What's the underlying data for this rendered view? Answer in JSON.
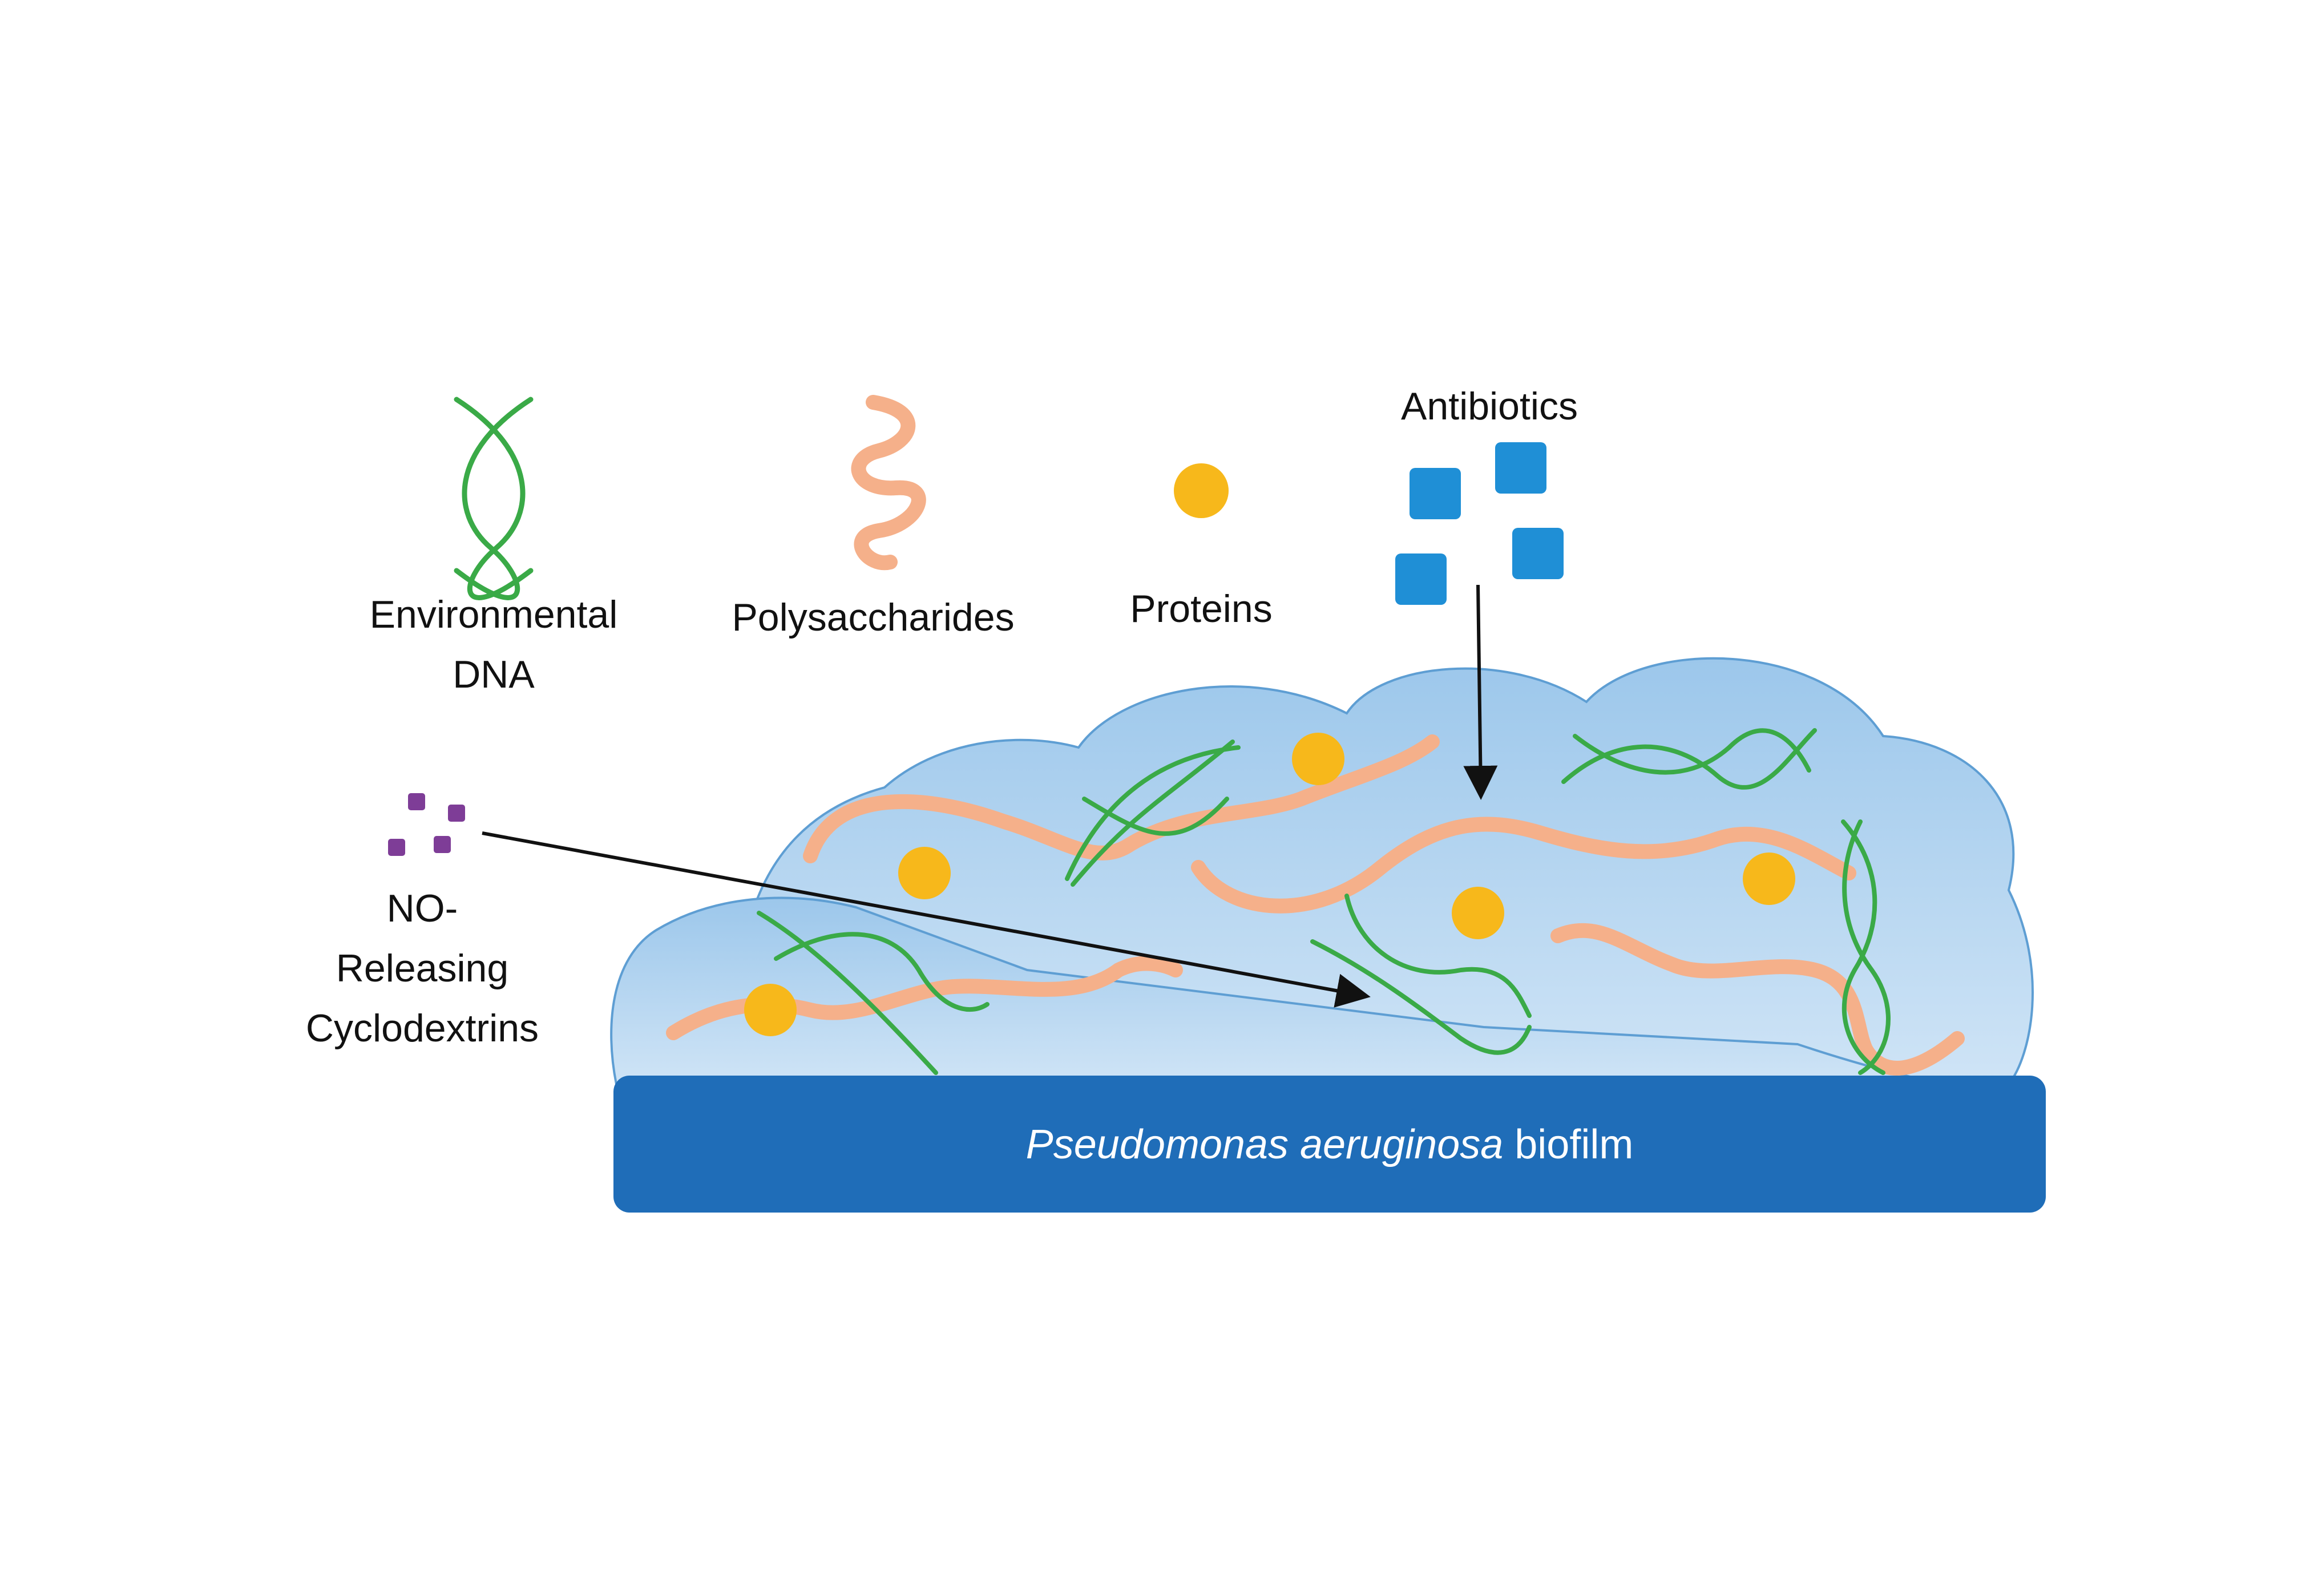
{
  "legend": {
    "edna": {
      "line1": "Environmental",
      "line2": "DNA",
      "icon": "dna-helix-icon",
      "color": "#3aaa47"
    },
    "polysaccharides": {
      "label": "Polysaccharides",
      "icon": "polysaccharide-strand-icon",
      "color": "#f5b08a"
    },
    "proteins": {
      "label": "Proteins",
      "icon": "protein-dot-icon",
      "color": "#f7b81b"
    },
    "antibiotics": {
      "label": "Antibiotics",
      "icon": "antibiotic-square-icon",
      "color": "#1f8fd6"
    },
    "no_cyclodextrins": {
      "line1": "NO-",
      "line2": "Releasing",
      "line3": "Cyclodextrins",
      "icon": "no-cyclodextrin-dot-icon",
      "color": "#7e3d97"
    }
  },
  "biofilm": {
    "label_italic": "Pseudomonas aeruginosa",
    "label_plain": " biofilm",
    "base_color": "#1f6db8",
    "matrix_color": "#b3d3ee"
  }
}
